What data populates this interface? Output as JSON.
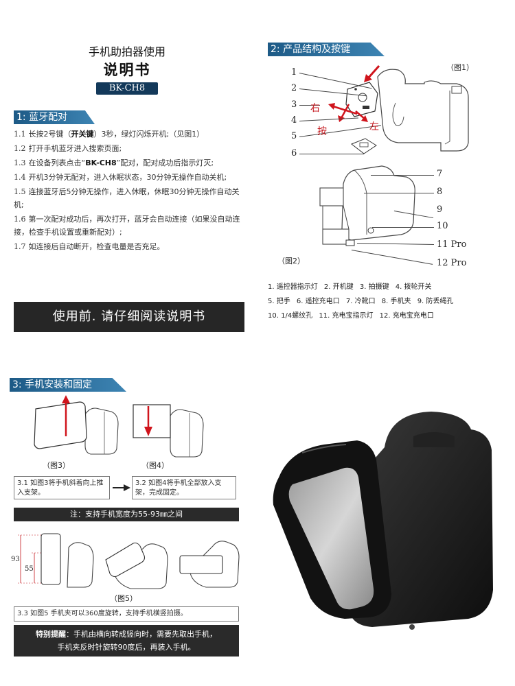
{
  "manual": {
    "title_line1": "手机助拍器使用",
    "title_line2": "说明书",
    "model": "BK-CH8"
  },
  "section1": {
    "heading": "1: 蓝牙配对",
    "steps": [
      {
        "num": "1.1",
        "pre": "长按2号键（",
        "bold": "开关键",
        "post": "）3秒，绿灯闪烁开机;（见图1）"
      },
      {
        "num": "1.2",
        "pre": "打开手机蓝牙进入搜索页面;",
        "bold": "",
        "post": ""
      },
      {
        "num": "1.3",
        "pre": "在设备列表点击“",
        "bold": "BK-CH8",
        "post": "”配对，配对成功后指示灯灭;"
      },
      {
        "num": "1.4",
        "pre": "开机3分钟无配对，进入休眠状态，30分钟无操作自动关机;",
        "bold": "",
        "post": ""
      },
      {
        "num": "1.5",
        "pre": "连接蓝牙后5分钟无操作，进入休眠，休眠30分钟无操作自动关机;",
        "bold": "",
        "post": ""
      },
      {
        "num": "1.6",
        "pre": "第一次配对成功后，再次打开，蓝牙会自动连接（如果没自动连接，检查手机设置或重新配对）;",
        "bold": "",
        "post": ""
      },
      {
        "num": "1.7",
        "pre": "如连接后自动断开，检查电量是否充足。",
        "bold": "",
        "post": ""
      }
    ]
  },
  "banner": "使用前. 请仔细阅读说明书",
  "section2": {
    "heading": "2: 产品结构及按键",
    "fig1": "（图1）",
    "fig2": "（图2）",
    "labels_fig1": [
      "1",
      "2",
      "3",
      "4",
      "5",
      "6"
    ],
    "labels_fig2": [
      "7",
      "8",
      "9",
      "10",
      "11 Pro",
      "12 Pro"
    ],
    "dir_right": "右",
    "dir_press": "按",
    "dir_left": "左",
    "legend": [
      "1. 遥控器指示灯",
      "2. 开机键",
      "3. 拍摄键",
      "4. 拨轮开关",
      "5. 把手",
      "6. 遥控充电口",
      "7. 冷靴口",
      "8. 手机夹",
      "9. 防丢绳孔",
      "10. 1/4螺纹孔",
      "11. 充电宝指示灯",
      "12. 充电宝充电口"
    ]
  },
  "section3": {
    "heading": "3: 手机安装和固定",
    "fig3": "（图3）",
    "fig4": "（图4）",
    "fig5": "（图5）",
    "step31": "3.1 如图3将手机斜着向上推入支架。",
    "step32": "3.2 如图4将手机全部放入支架，完成固定。",
    "note": "注：支持手机宽度为55-93㎜之间",
    "dim_93": "93",
    "dim_55": "55",
    "step33": "3.3 如图5 手机夹可以360度旋转，支持手机横竖拍摄。",
    "warn_title": "特别提醒",
    "warn_line1": "：手机由横向转成竖向时，需要先取出手机，",
    "warn_line2": "手机夹反时针旋转90度后，再装入手机。"
  },
  "colors": {
    "header_blue": "#1d5a86",
    "model_badge": "#13395a",
    "banner_dark": "#262626",
    "arrow_red": "#d0141c"
  }
}
